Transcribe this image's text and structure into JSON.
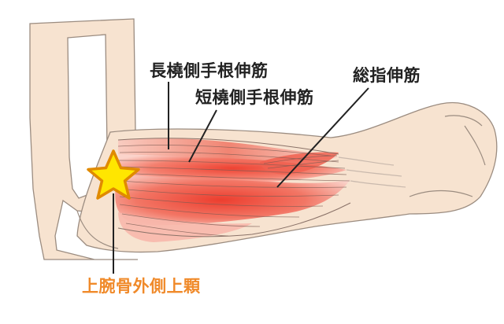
{
  "labels": {
    "extensor_carpi_radialis_longus": "長橈側手根伸筋",
    "extensor_carpi_radialis_brevis": "短橈側手根伸筋",
    "extensor_digitorum": "総指伸筋",
    "lateral_epicondyle": "上腕骨外側上顆"
  },
  "colors": {
    "skin": "#f7e3d0",
    "skin_outline": "#9b8c80",
    "muscle": "#ef5a48",
    "muscle_light": "#f7c6bd",
    "pointer_line": "#222222",
    "star_fill": "#ffe600",
    "star_stroke": "#e08a00",
    "epicondyle_label": "#f08a2a",
    "label_text": "#222222"
  },
  "icons": {
    "marker": "star-icon"
  }
}
